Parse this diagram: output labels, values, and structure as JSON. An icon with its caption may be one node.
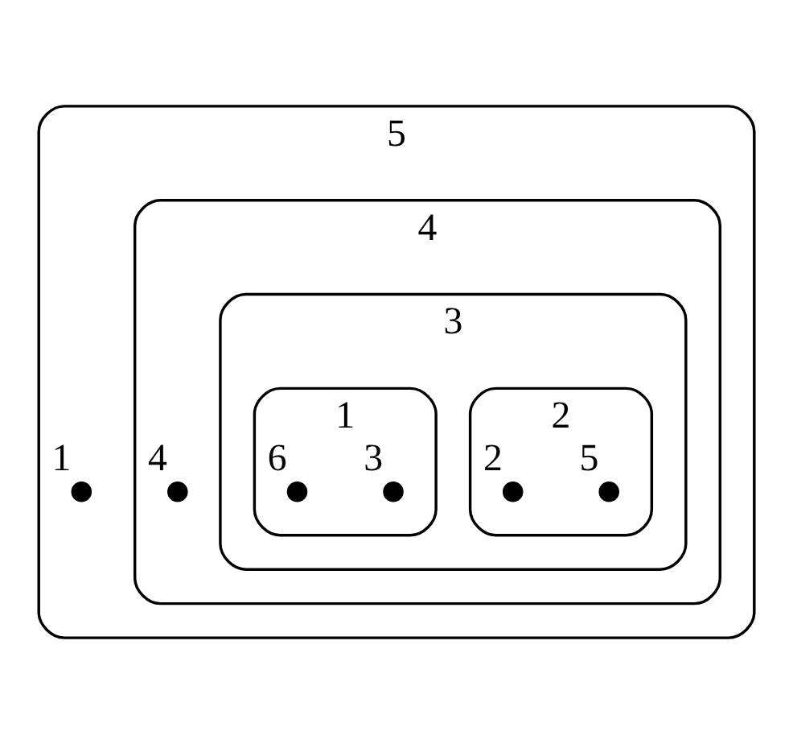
{
  "diagram": {
    "nodes": [
      {
        "text": [
          "5"
        ]
      },
      {
        "text": [],
        "shape": "circle",
        "beside": [
          "1"
        ],
        "in": 0
      },
      {
        "text": [
          "4"
        ],
        "in": 0
      },
      {
        "text": [
          "3"
        ],
        "in": 2
      },
      {
        "text": [
          "2"
        ],
        "in": 3
      },
      {
        "text": [],
        "shape": "circle",
        "beside": [
          "5"
        ],
        "in": 4
      },
      {
        "text": [],
        "shape": "circle",
        "beside": [
          "2"
        ],
        "in": 4
      },
      {
        "text": [
          "1"
        ],
        "in": 3
      },
      {
        "text": [],
        "shape": "circle",
        "beside": [
          "3"
        ],
        "in": 7
      },
      {
        "text": [],
        "shape": "circle",
        "beside": [
          "6"
        ],
        "in": 7
      },
      {
        "text": [],
        "shape": "circle",
        "beside": [
          "4"
        ],
        "in": 2
      }
    ]
  }
}
